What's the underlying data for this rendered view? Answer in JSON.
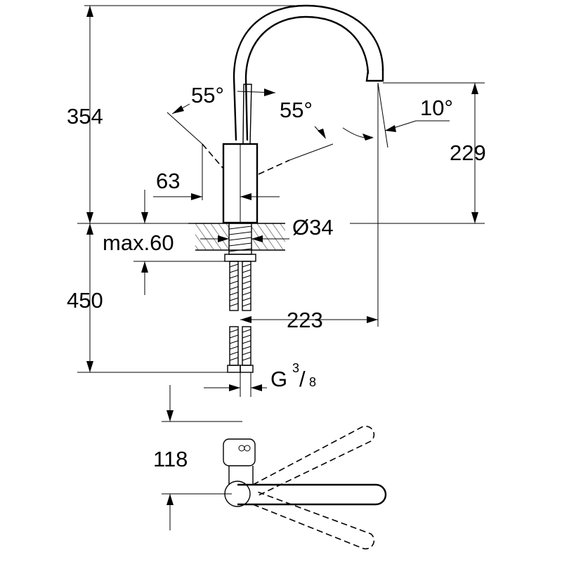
{
  "dimensions": {
    "total_height": "354",
    "spout_height": "229",
    "angle_left": "55°",
    "angle_right": "55°",
    "spout_angle": "10°",
    "lever_offset": "63",
    "max_thickness": "max.60",
    "hole_diameter": "Ø34",
    "hose_length": "450",
    "spout_reach": "223",
    "thread_prefix": "G",
    "thread_num": "3",
    "thread_den": "8",
    "top_view_depth": "118"
  }
}
